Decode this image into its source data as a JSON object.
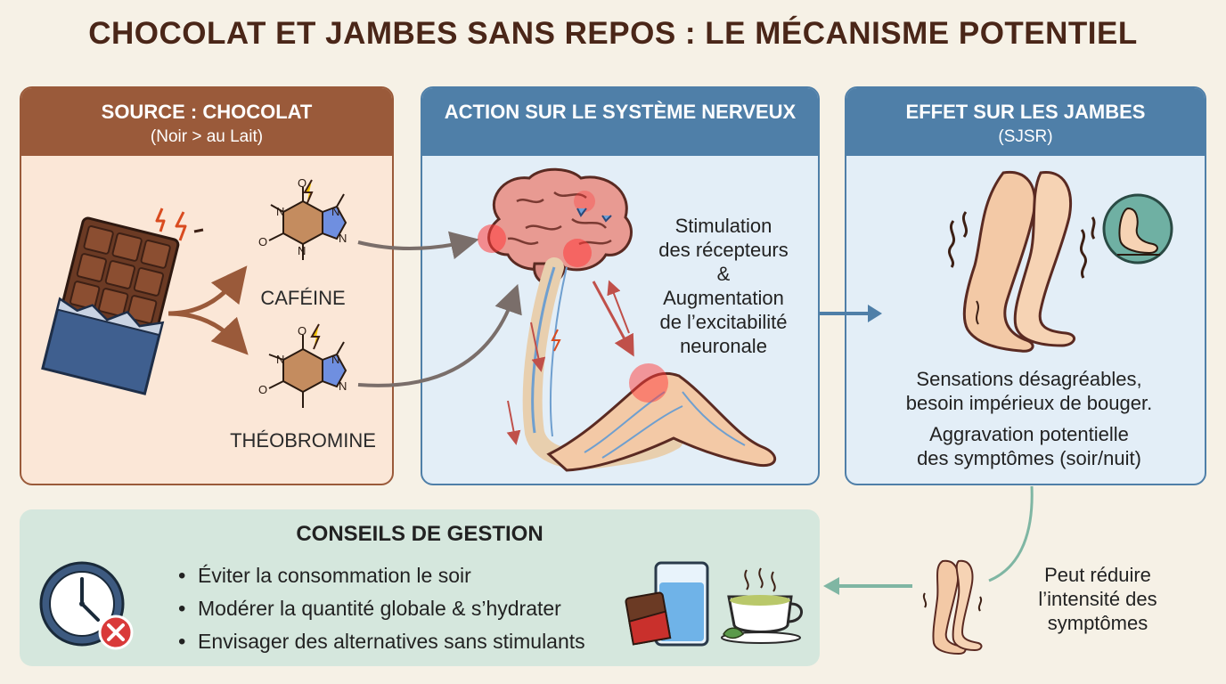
{
  "title": "CHOCOLAT ET JAMBES SANS REPOS : LE MÉCANISME POTENTIEL",
  "source": {
    "heading": "SOURCE : CHOCOLAT",
    "subheading": "(Noir > au Lait)",
    "molecules": [
      {
        "label": "CAFÉINE",
        "icon": "caffeine-molecule-icon"
      },
      {
        "label": "THÉOBROMINE",
        "icon": "theobromine-molecule-icon"
      }
    ],
    "molecule_atoms": {
      "n": "N",
      "o": "O"
    }
  },
  "nervous_system": {
    "heading": "ACTION SUR LE SYSTÈME NERVEUX",
    "text": [
      "Stimulation",
      "des récepteurs",
      "&",
      "Augmentation",
      "de l’excitabilité",
      "neuronale"
    ]
  },
  "legs_effect": {
    "heading": "EFFET SUR LES JAMBES",
    "subheading": "(SJSR)",
    "text1": [
      "Sensations désagréables,",
      "besoin impérieux de bouger."
    ],
    "text2": [
      "Aggravation potentielle",
      "des symptômes (soir/nuit)"
    ]
  },
  "tips": {
    "heading": "CONSEILS DE GESTION",
    "items": [
      "Éviter la consommation le soir",
      "Modérer la quantité globale & s’hydrater",
      "Envisager des alternatives sans stimulants"
    ]
  },
  "relief": {
    "text": [
      "Peut réduire",
      "l’intensité des",
      "symptômes"
    ]
  },
  "colors": {
    "title": "#4a2618",
    "source_header": "#9a5a3a",
    "blue_header": "#4f7fa8",
    "tips_bg": "#d5e7dd",
    "arrow_green": "#7fb6a3",
    "arrow_blue": "#4f7fa8",
    "highlight_red": "#e83a3a"
  }
}
